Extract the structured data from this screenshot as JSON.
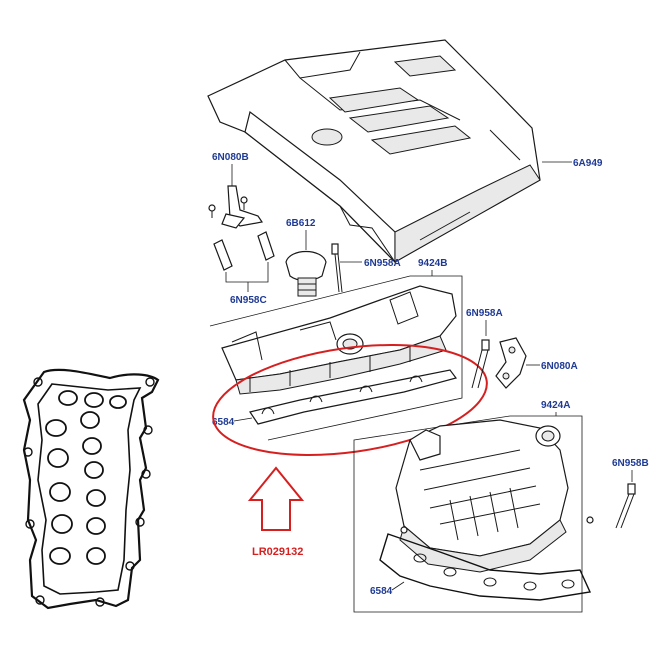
{
  "colors": {
    "label": "#1f3a93",
    "highlight": "#d62020",
    "line": "#1a1a1a"
  },
  "labels": {
    "engine_cover": "6A949",
    "bracket_upper": "6N080B",
    "oil_cap": "6B612",
    "bolt_a_left": "6N958A",
    "cover_assembly_b": "9424B",
    "hoses": "6N958C",
    "bolt_a_right": "6N958A",
    "bracket_right": "6N080A",
    "gasket_upper": "6584",
    "cover_assembly_a": "9424A",
    "bolt_b": "6N958B",
    "gasket_lower": "6584"
  },
  "callout": {
    "part_number": "LR029132"
  }
}
